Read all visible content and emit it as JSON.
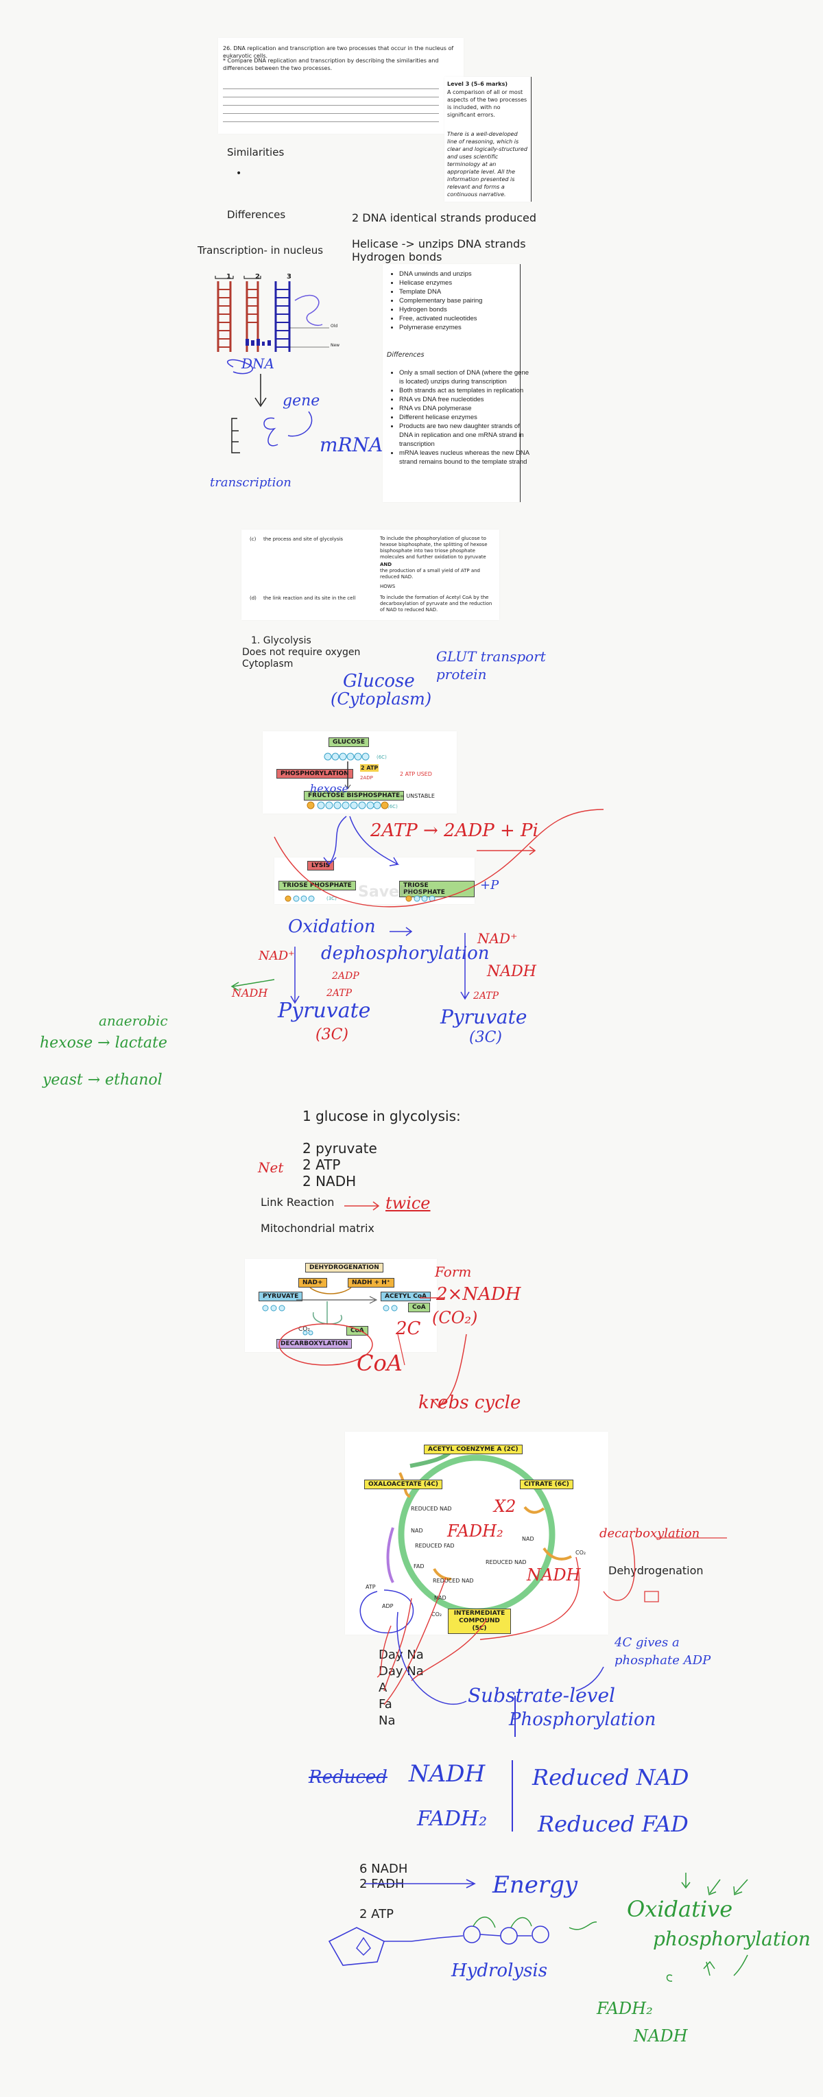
{
  "question_card": {
    "question": "26. DNA replication and transcription are two processes that occur in the nucleus of eukaryotic cells.",
    "instruction": "* Compare DNA replication and transcription by describing the similarities and differences between the two processes.",
    "level_title": "Level 3 (5–6 marks)",
    "level_text_1": "A comparison of all or most aspects of the two processes is included, with no significant errors.",
    "level_text_2": "There is a well-developed line of reasoning, which is clear and logically-structured and uses scientific terminology at an appropriate level. All the information presented is relevant and forms a continuous narrative."
  },
  "notes": {
    "similarities": "Similarities",
    "bullet": "•",
    "differences": "Differences",
    "transcription_in_nucleus": "Transcription- in nucleus",
    "two_dna_strands": "2 DNA identical strands produced",
    "helicase_line": "Helicase -> unzips DNA strands",
    "hydrogen_bonds": "Hydrogen bonds"
  },
  "similarities_list": [
    "DNA unwinds and unzips",
    "Helicase enzymes",
    "Template DNA",
    "Complementary base pairing",
    "Hydrogen bonds",
    "Free, activated nucleotides",
    "Polymerase enzymes"
  ],
  "differences_heading": "Differences",
  "differences_list": [
    "Only a small section of DNA (where the gene is located) unzips during transcription",
    "Both strands act as templates in replication",
    "RNA vs DNA free nucleotides",
    "RNA vs DNA polymerase",
    "Different helicase enzymes",
    "Products are two new daughter strands of DNA in replication and one mRNA strand in transcription",
    "mRNA leaves nucleus whereas the new DNA strand remains bound to the template strand"
  ],
  "dna_diagram": {
    "labels": [
      "1",
      "2",
      "3"
    ],
    "old": "Old",
    "new": "New"
  },
  "hand_top": {
    "dna": "DNA",
    "gene": "gene",
    "mrna": "mRNA",
    "transcription": "transcription"
  },
  "mark_card": {
    "row1_num": "(c)",
    "row1_q": "the process and site of glycolysis",
    "row1_a": "To include the phosphorylation of glucose to hexose bisphosphate, the splitting of hexose bisphosphate into two triose phosphate molecules and further oxidation to pyruvate",
    "and_word": "AND",
    "row1_a2": "the production of a small yield of ATP and reduced NAD.",
    "hows": "HOWS",
    "row2_num": "(d)",
    "row2_q": "the link reaction and its site in the cell",
    "row2_a": "To include the formation of Acetyl CoA by the decarboxylation of pyruvate and the reduction of NAD to reduced NAD."
  },
  "glycolysis": {
    "title": "1. Glycolysis",
    "line2": "Does not require oxygen",
    "line3": "Cytoplasm"
  },
  "glycolysis_diagram": {
    "glucose": "GLUCOSE",
    "six_c": "(6C)",
    "atp2": "2 ATP",
    "adp2": "2ADP",
    "phosphorylation": "PHOSPHORYLATION",
    "atp_used": "2 ATP USED",
    "fructose": "FRUCTOSE BISPHOSPHATE",
    "unstable": "= UNSTABLE",
    "lysis": "LYSIS",
    "triose1": "TRIOSE PHOSPHATE",
    "triose2": "TRIOSE PHOSPHATE",
    "three_c": "(3C)",
    "watermark": "SaveMy"
  },
  "hand_glyco": {
    "glut": "GLUT transport protein",
    "glucose": "Glucose",
    "cytoplasm": "(Cytoplasm)",
    "hexose": "hexose",
    "atp_adp": "2ATP → 2ADP + Pi",
    "pi": "+P",
    "oxidation": "Oxidation",
    "dephos": "dephosphorylation",
    "nad_plus": "NAD⁺",
    "nadh": "NADH",
    "adp": "2ADP",
    "atp": "2ATP",
    "pyruvate1": "Pyruvate",
    "threec1": "(3C)",
    "nad_plus2": "NAD⁺",
    "nadh2": "NADH",
    "atp2": "2ATP",
    "pyruvate2": "Pyruvate",
    "threec2": "(3C)",
    "anaerobic": "anaerobic",
    "hexose_lactate": "hexose → lactate",
    "yeast": "yeast → ethanol",
    "net": "Net"
  },
  "summary": {
    "heading": "1 glucose in glycolysis:",
    "l1": "2 pyruvate",
    "l2": "2 ATP",
    "l3": "2 NADH"
  },
  "link": {
    "title": "Link Reaction",
    "twice": "twice",
    "matrix": "Mitochondrial matrix"
  },
  "link_diagram": {
    "dehydrogenation": "DEHYDROGENATION",
    "nad": "NAD+",
    "nadh": "NADH + H⁺",
    "pyruvate": "PYRUVATE",
    "acetyl": "ACETYL CoA",
    "co2": "CO₂",
    "coa": "CoA",
    "decarboxylation": "DECARBOXYLATION"
  },
  "hand_link": {
    "form": "Form",
    "nadh2": "2×NADH",
    "co2": "(CO₂)",
    "twoc": "2C",
    "coa": "CoA",
    "krebs": "krebs cycle"
  },
  "krebs_diagram": {
    "acetyl": "ACETYL COENZYME A (2C)",
    "oxaloacetate": "OXALOACETATE (4C)",
    "citrate": "CITRATE (6C)",
    "reduced_nad": "REDUCED NAD",
    "nad": "NAD",
    "reduced_fad": "REDUCED FAD",
    "fad": "FAD",
    "atp": "ATP",
    "adp": "ADP",
    "intermediate": "INTERMEDIATE COMPOUND (5C)",
    "co2": "CO₂"
  },
  "krebs_notes": {
    "dehydrogenation": "Dehydrogenation",
    "list": [
      "Day Na",
      "Day Na",
      "A",
      "Fa",
      "Na"
    ]
  },
  "hand_krebs": {
    "x2": "X2",
    "fadh2": "FADH₂",
    "nadh": "NADH",
    "decarboxylation": "decarboxylation",
    "four_c": "4C gives a phosphate ADP",
    "substrate": "Substrate-level",
    "phosphorylation": "Phosphorylation"
  },
  "bottom": {
    "reduced": "Reduced",
    "nadh": "NADH",
    "fadh2": "FADH₂",
    "red_nad": "Reduced NAD",
    "red_fad": "Reduced FAD",
    "six_nadh": "6 NADH",
    "two_fadh": "2 FADH",
    "two_atp": "2 ATP",
    "energy": "Energy",
    "oxidative": "Oxidative",
    "phosphorylation": "phosphorylation",
    "hydrolysis": "Hydrolysis",
    "fadh2_green": "FADH₂",
    "nadh_green": "NADH"
  }
}
